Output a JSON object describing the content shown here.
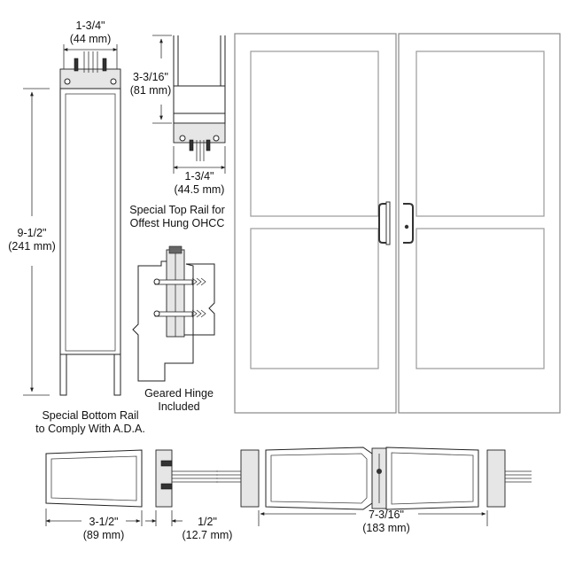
{
  "dimensions": {
    "stile_width": {
      "imperial": "1-3/4\"",
      "metric": "(44 mm)"
    },
    "top_rail_height": {
      "imperial": "3-3/16\"",
      "metric": "(81 mm)"
    },
    "top_rail_width": {
      "imperial": "1-3/4\"",
      "metric": "(44.5 mm)"
    },
    "bottom_rail_height": {
      "imperial": "9-1/2\"",
      "metric": "(241 mm)"
    },
    "stile_depth": {
      "imperial": "3-1/2\"",
      "metric": "(89 mm)"
    },
    "glazing_offset": {
      "imperial": "1/2\"",
      "metric": "(12.7 mm)"
    },
    "meeting_stiles": {
      "imperial": "7-3/16\"",
      "metric": "(183 mm)"
    }
  },
  "notes": {
    "special_top_rail": {
      "line1": "Special Top Rail for",
      "line2": "Offest Hung OHCC"
    },
    "geared_hinge": {
      "line1": "Geared Hinge",
      "line2": "Included"
    },
    "special_bottom_rail": {
      "line1": "Special Bottom Rail",
      "line2": "to Comply With A.D.A."
    }
  },
  "icons": {
    "hinge": "geared-hinge-icon",
    "pull": "door-pull-icon",
    "lock": "lock-cylinder-icon"
  }
}
